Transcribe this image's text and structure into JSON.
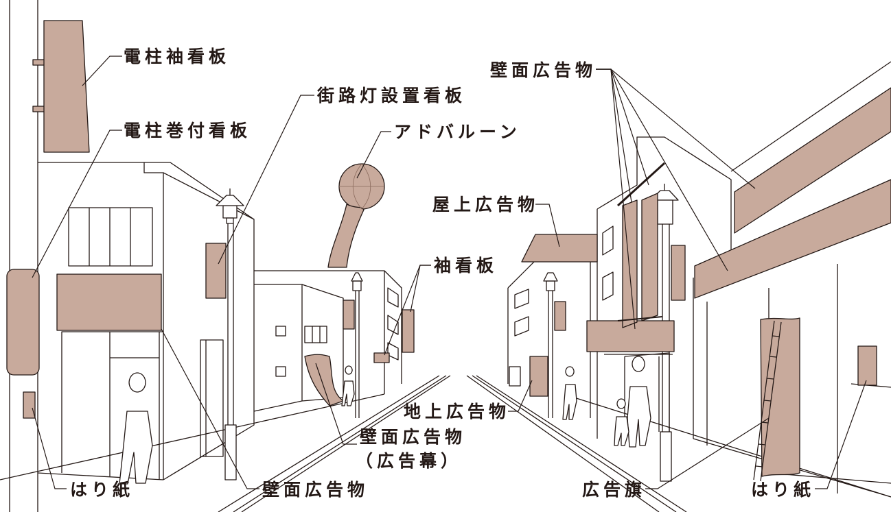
{
  "colors": {
    "sign_fill": "#c8aa9c",
    "line": "#231815"
  },
  "labels": {
    "denchu_sode": "電柱袖看板",
    "denchu_makitsuke": "電柱巻付看板",
    "gaitou": "街路灯設置看板",
    "adballoon": "アドバルーン",
    "hekimen_top": "壁面広告物",
    "okujou": "屋上広告物",
    "sode": "袖看板",
    "chijou": "地上広告物",
    "hekimen_maku_1": "壁面広告物",
    "hekimen_maku_2": "（広告幕）",
    "harigami_left": "はり紙",
    "hekimen_bottom": "壁面広告物",
    "koukoku_hata": "広告旗",
    "harigami_right": "はり紙"
  }
}
